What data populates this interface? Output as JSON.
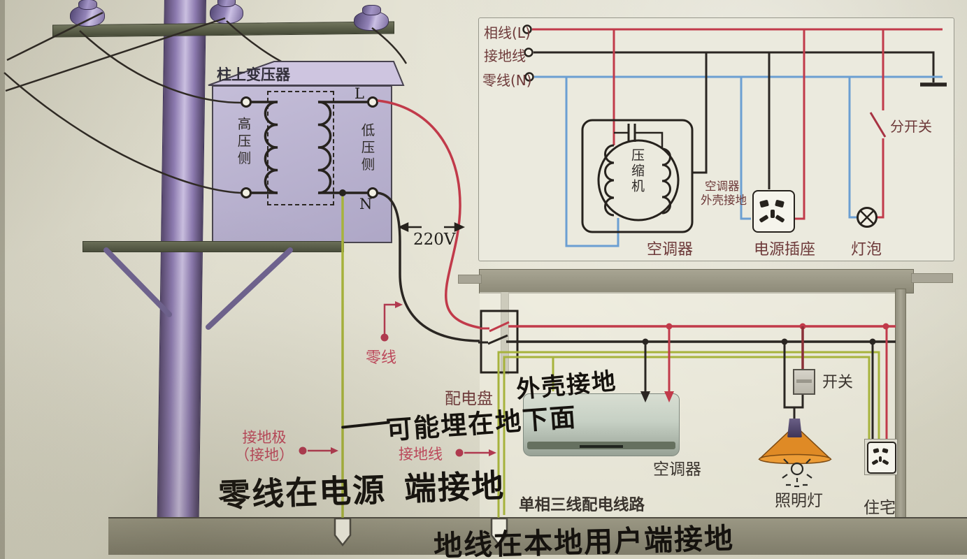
{
  "colors": {
    "live_red": "#c13a4a",
    "neutral_blue": "#6b9fd2",
    "earth_green": "#a7b33c",
    "wire_black": "#2a2622",
    "dark_red_branch": "#8b3038",
    "annotation_pink": "#c0485c",
    "pole_purple": "#8d7bb0",
    "lamp_orange": "#df8a25",
    "paper": "#e3e1d2"
  },
  "pole": {
    "transformer_title": "柱上变压器",
    "hv_side": "高压侧",
    "lv_side": "低压侧",
    "terminal_live": "L",
    "terminal_neutral": "N",
    "voltage": "220V"
  },
  "panel": {
    "live": "相线(L)",
    "earth": "接地线",
    "neutral": "零线(N)",
    "branch_switch": "分开关",
    "compressor": "压缩机",
    "case_ground_line1": "空调器",
    "case_ground_line2": "外壳接地",
    "air_conditioner": "空调器",
    "power_socket": "电源插座",
    "bulb": "灯泡"
  },
  "distribution": {
    "neutral_tag": "零线",
    "panel_name": "配电盘",
    "electrode_line1": "接地极",
    "electrode_line2": "（接地）",
    "earth_tag": "接地线"
  },
  "house": {
    "circuit_name": "单相三线配电线路",
    "air_conditioner": "空调器",
    "switch": "开关",
    "lamp": "照明灯",
    "house_name": "住宅"
  },
  "handwriting": {
    "case_ground": "外壳接地",
    "buried": "可能埋在地下面",
    "source_ground_a": "零线在电源",
    "source_ground_b": "端接地",
    "user_ground": "地线在本地用户端接地"
  }
}
